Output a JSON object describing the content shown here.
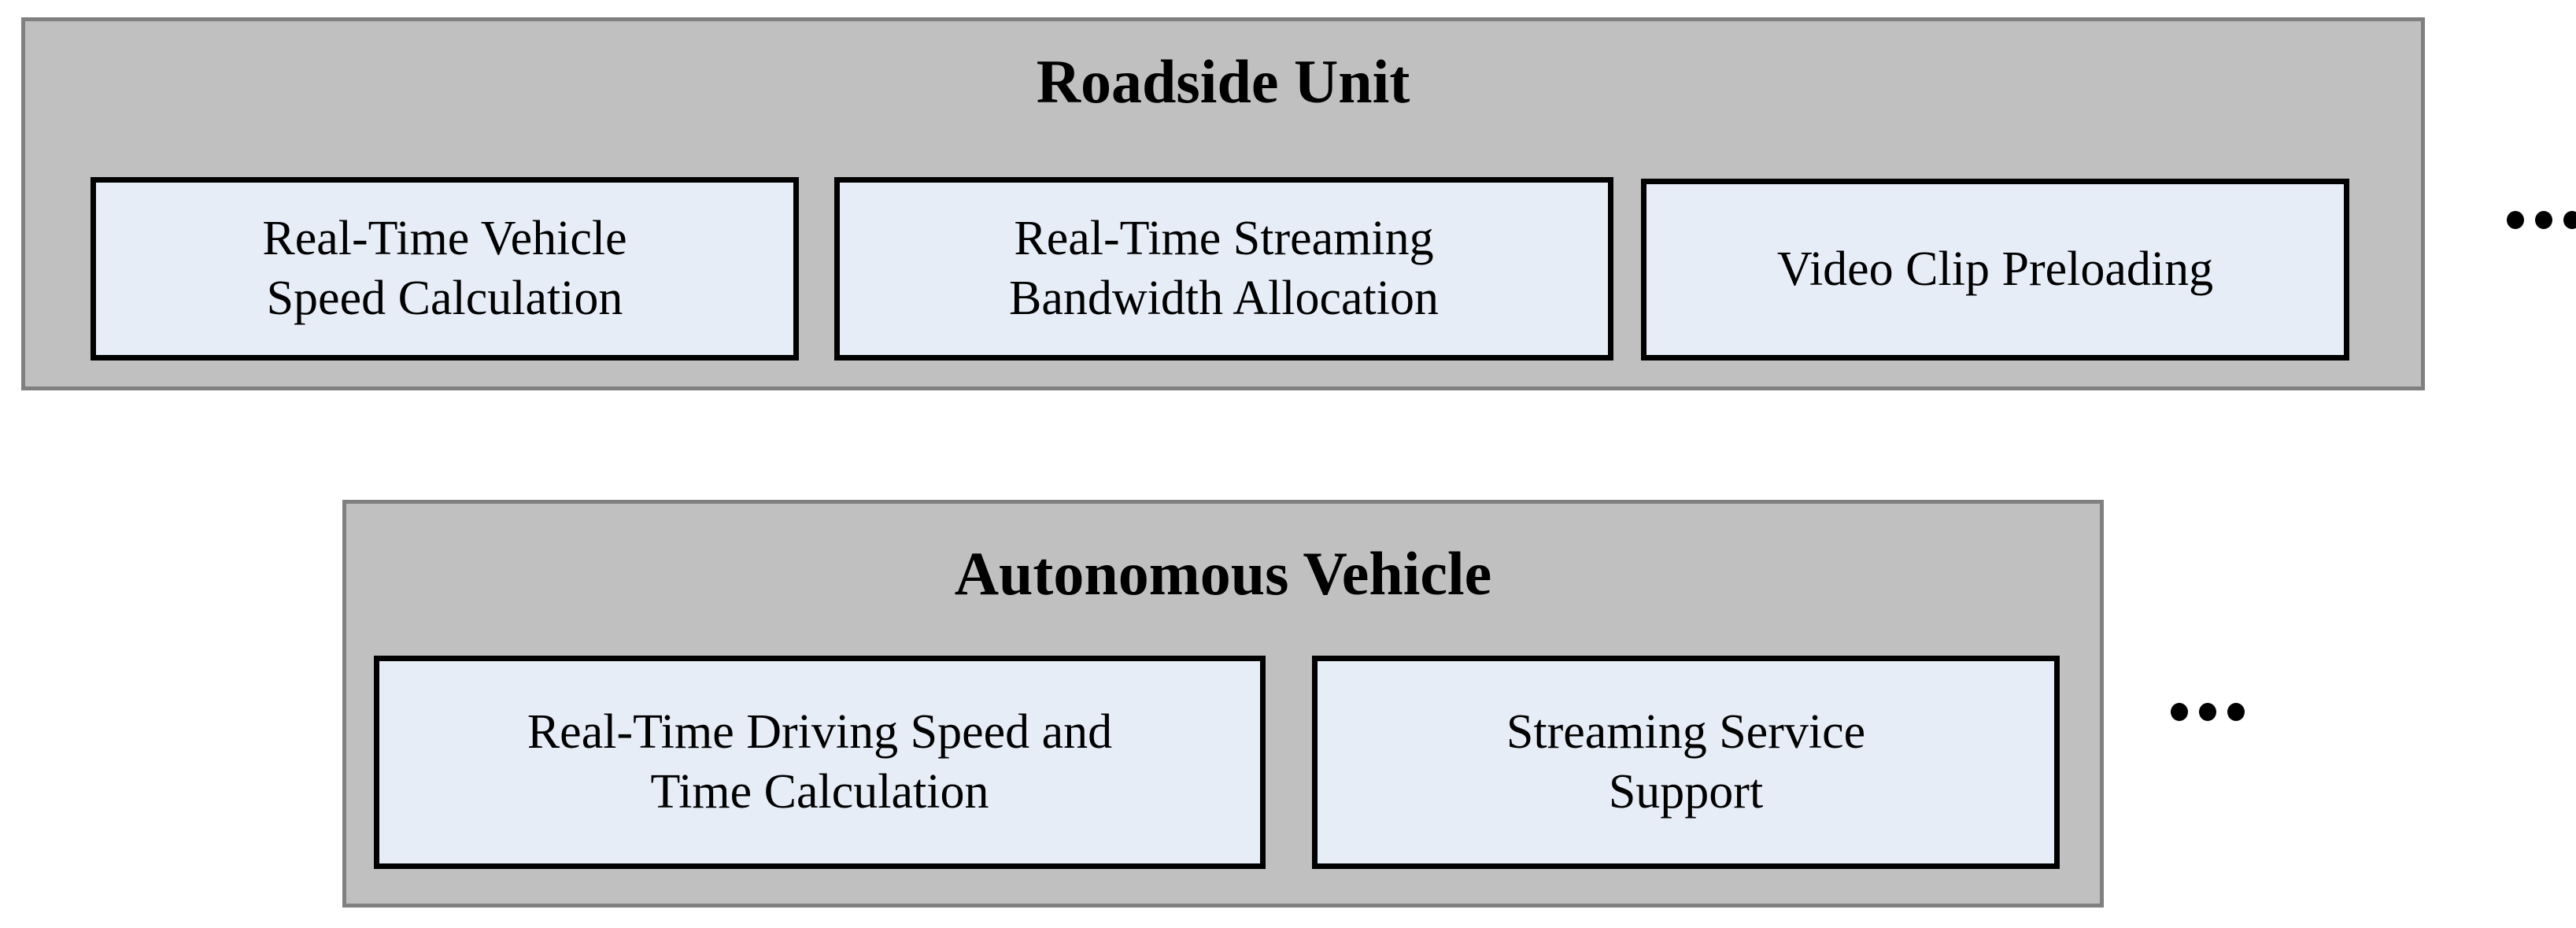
{
  "diagram": {
    "type": "system-architecture-block-diagram",
    "background_color": "#ffffff",
    "group_fill_color": "#c0c0c0",
    "group_border_color": "#808080",
    "component_fill_color": "#e7edf7",
    "component_border_color": "#000000",
    "text_color": "#000000",
    "groups": [
      {
        "id": "roadside-unit",
        "title": "Roadside Unit",
        "components": [
          {
            "id": "rsu-comp-1",
            "label": "Real-Time Vehicle Speed Calculation",
            "line1": "Real-Time Vehicle",
            "line2": "Speed Calculation"
          },
          {
            "id": "rsu-comp-2",
            "label": "Real-Time Streaming Bandwidth Allocation",
            "line1": "Real-Time Streaming",
            "line2": "Bandwidth Allocation"
          },
          {
            "id": "rsu-comp-3",
            "label": "Video Clip Preloading",
            "line1": "Video Clip Preloading",
            "line2": ""
          }
        ],
        "continuation_marker": "•••"
      },
      {
        "id": "autonomous-vehicle",
        "title": "Autonomous Vehicle",
        "components": [
          {
            "id": "av-comp-1",
            "label": "Real-Time Driving Speed and Time Calculation",
            "line1": "Real-Time Driving Speed and",
            "line2": "Time Calculation"
          },
          {
            "id": "av-comp-2",
            "label": "Streaming Service Support",
            "line1": "Streaming Service",
            "line2": "Support"
          }
        ],
        "continuation_marker": "•••"
      }
    ]
  }
}
